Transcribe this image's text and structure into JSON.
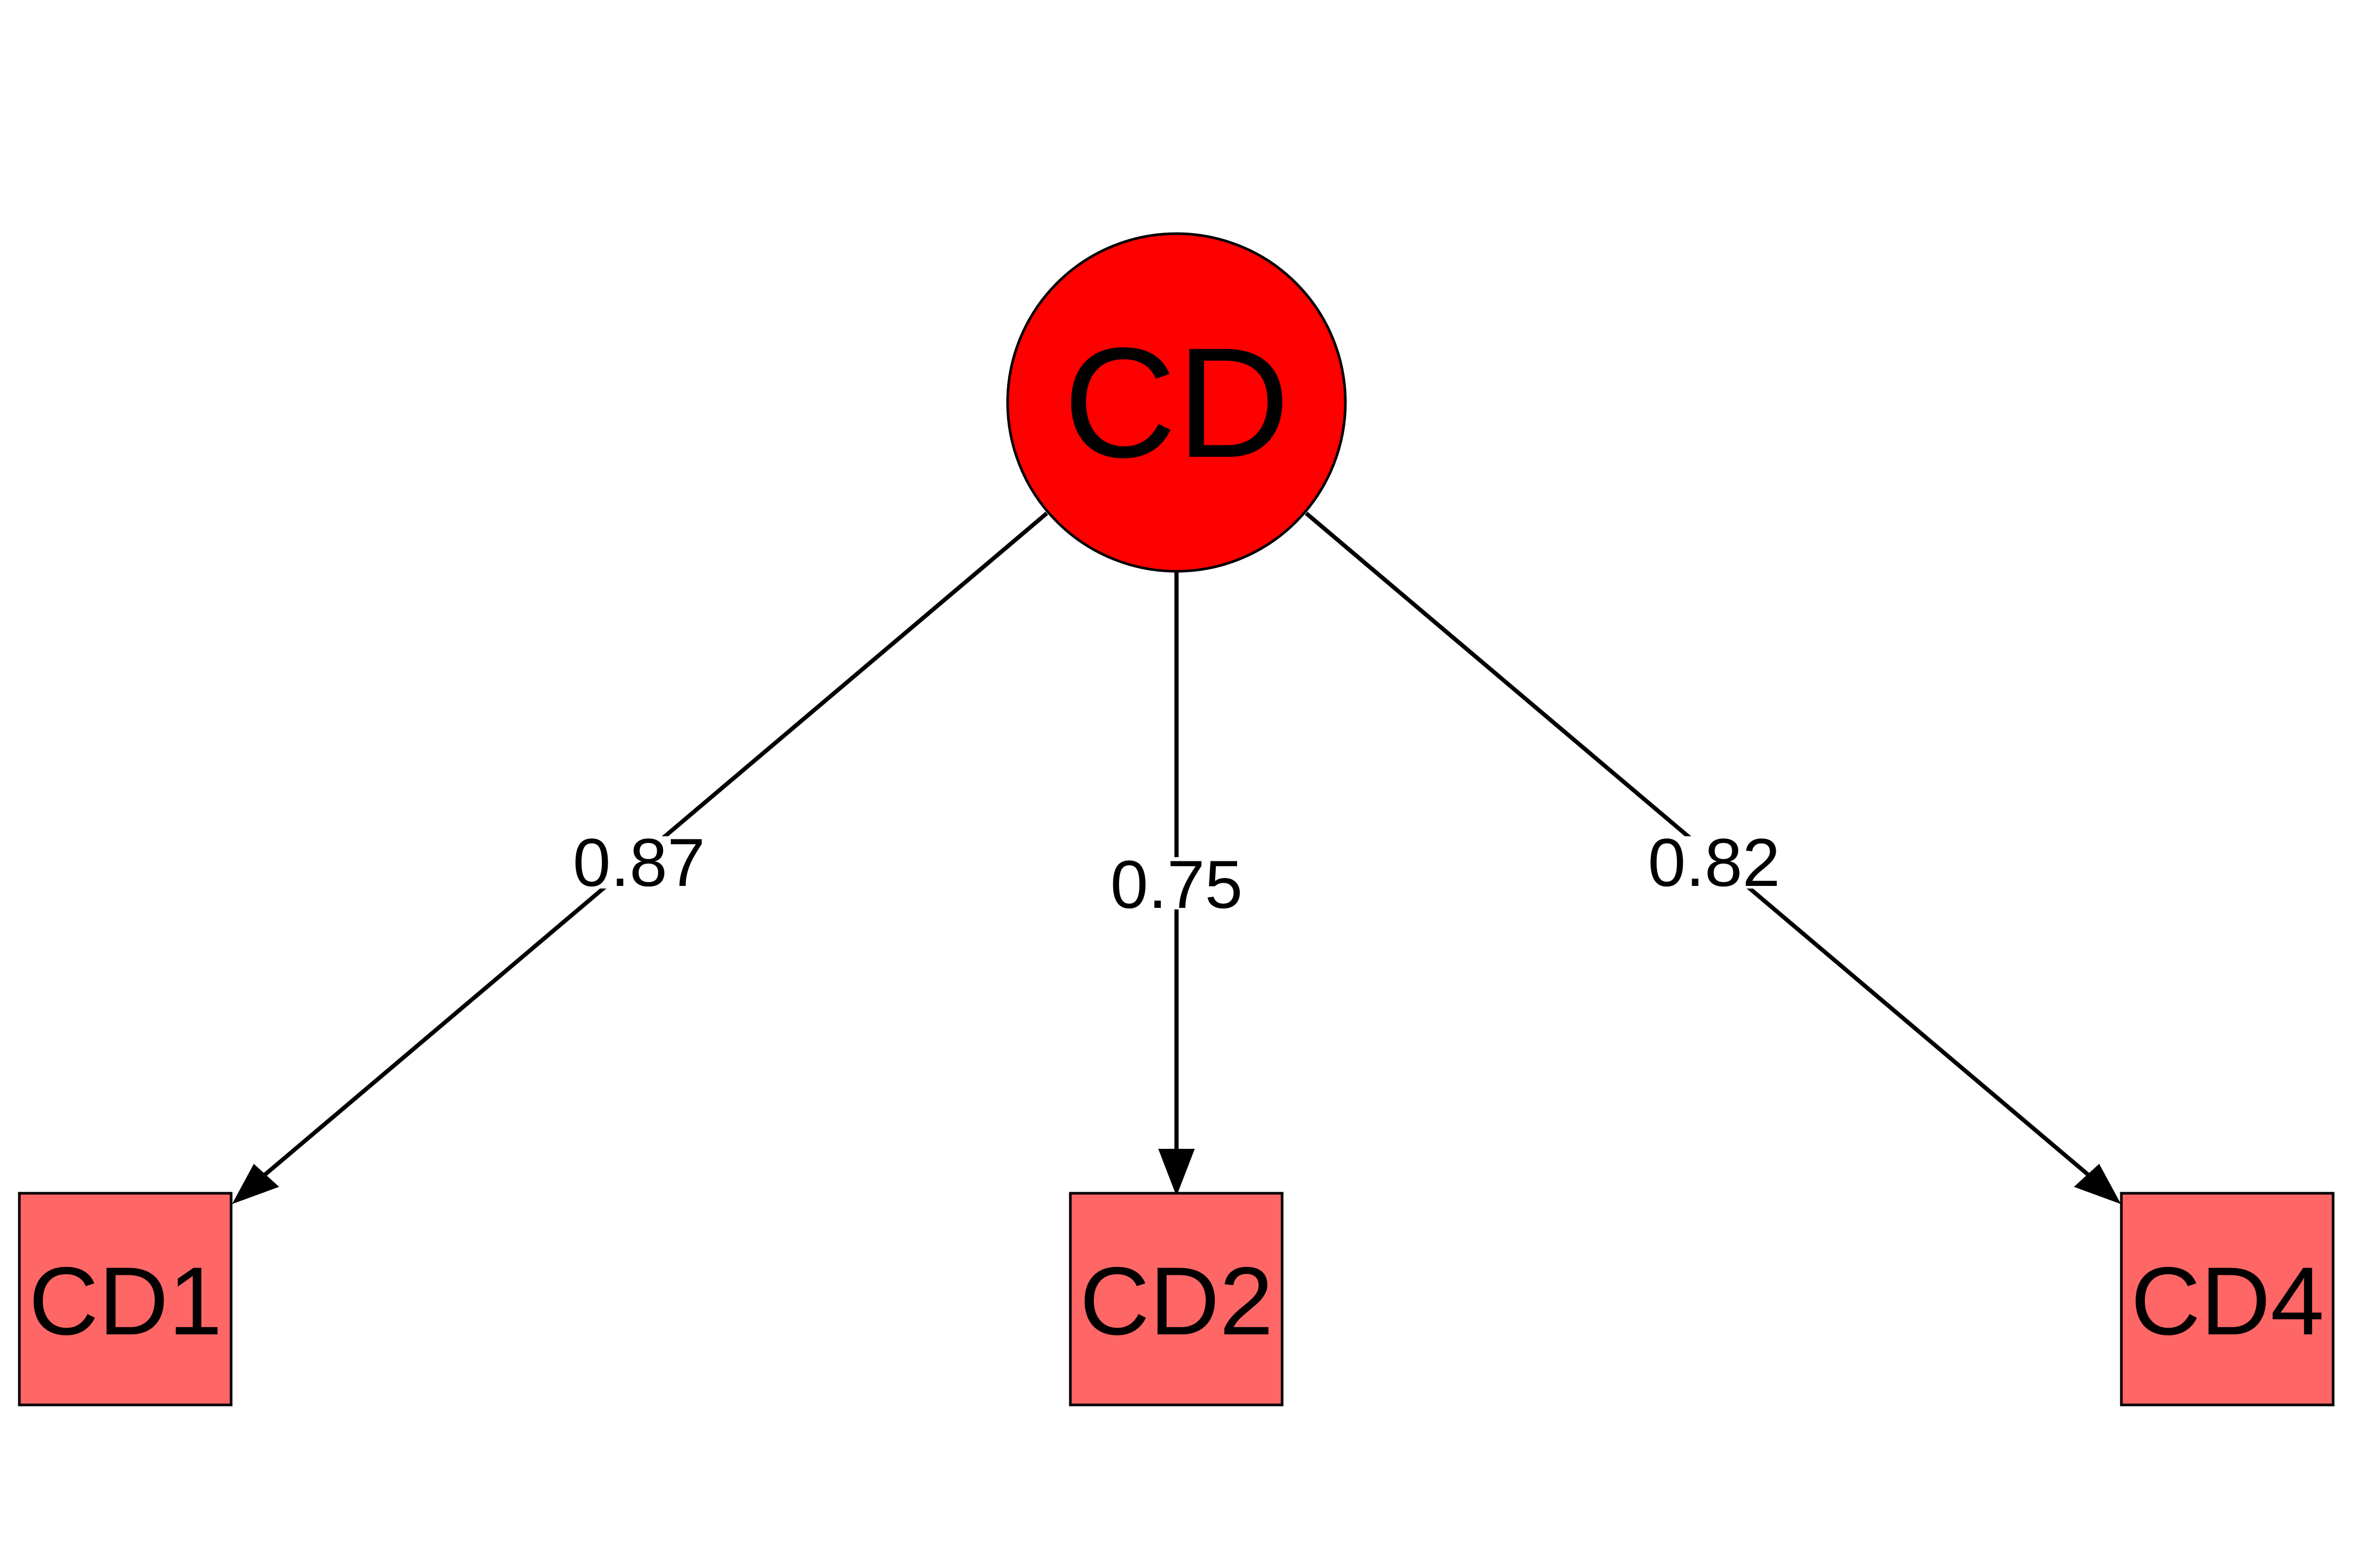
{
  "colors": {
    "latent_fill": "#ff0000",
    "indicator_fill": "#ff6666",
    "edge": "#000000",
    "background": "#ffffff"
  },
  "latent": {
    "label": "CD"
  },
  "indicators": [
    {
      "label": "CD1"
    },
    {
      "label": "CD2"
    },
    {
      "label": "CD4"
    }
  ],
  "loadings": [
    {
      "from": "CD",
      "to": "CD1",
      "value": "0.87"
    },
    {
      "from": "CD",
      "to": "CD2",
      "value": "0.75"
    },
    {
      "from": "CD",
      "to": "CD4",
      "value": "0.82"
    }
  ]
}
